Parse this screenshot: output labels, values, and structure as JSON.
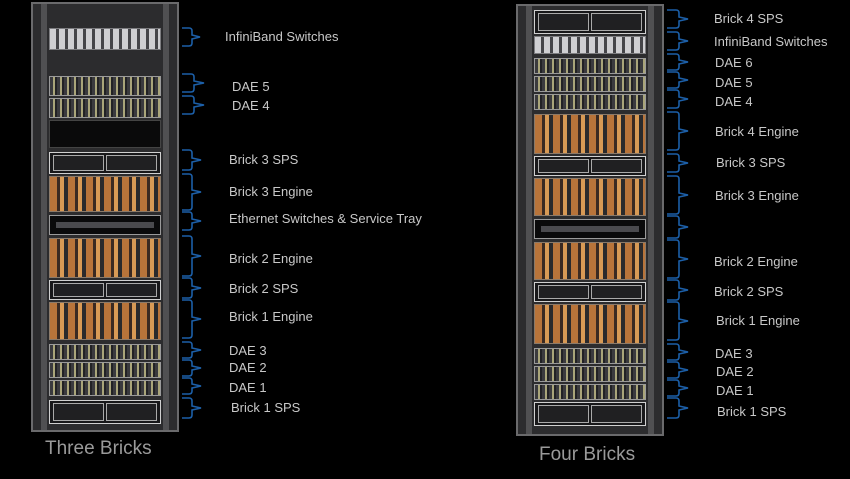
{
  "accent_color": "#1c5fa8",
  "racks": [
    {
      "title": "Three Bricks",
      "labels": [
        "InfiniBand Switches",
        "DAE 5",
        "DAE 4",
        "Brick 3 SPS",
        "Brick 3 Engine",
        "Ethernet Switches & Service Tray",
        "Brick 2 Engine",
        "Brick 2 SPS",
        "Brick 1 Engine",
        "DAE 3",
        "DAE 2",
        "DAE 1",
        "Brick 1 SPS"
      ]
    },
    {
      "title": "Four Bricks",
      "labels": [
        "Brick 4 SPS",
        "InfiniBand Switches",
        "DAE 6",
        "DAE 5",
        "DAE 4",
        "Brick 4 Engine",
        "Brick 3 SPS",
        "Brick 3 Engine",
        "",
        "Brick 2 Engine",
        "Brick 2 SPS",
        "Brick 1 Engine",
        "DAE 3",
        "DAE 2",
        "DAE 1",
        "Brick 1 SPS"
      ]
    }
  ]
}
